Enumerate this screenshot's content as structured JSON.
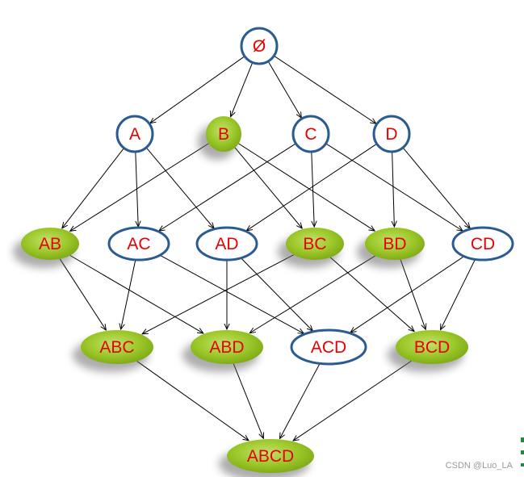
{
  "diagram": {
    "colors": {
      "label": "#e60000",
      "ring": "#2a5b92",
      "fill_open": "#ffffff",
      "fill_frequent": "#92c01f",
      "fill_frequent_light": "#c4e06a",
      "edge": "#000000"
    },
    "nodes": [
      {
        "id": "empty",
        "label": "Ø",
        "frequent": false
      },
      {
        "id": "A",
        "label": "A",
        "frequent": false
      },
      {
        "id": "B",
        "label": "B",
        "frequent": true
      },
      {
        "id": "C",
        "label": "C",
        "frequent": false
      },
      {
        "id": "D",
        "label": "D",
        "frequent": false
      },
      {
        "id": "AB",
        "label": "AB",
        "frequent": true
      },
      {
        "id": "AC",
        "label": "AC",
        "frequent": false
      },
      {
        "id": "AD",
        "label": "AD",
        "frequent": false
      },
      {
        "id": "BC",
        "label": "BC",
        "frequent": true
      },
      {
        "id": "BD",
        "label": "BD",
        "frequent": true
      },
      {
        "id": "CD",
        "label": "CD",
        "frequent": false
      },
      {
        "id": "ABC",
        "label": "ABC",
        "frequent": true
      },
      {
        "id": "ABD",
        "label": "ABD",
        "frequent": true
      },
      {
        "id": "ACD",
        "label": "ACD",
        "frequent": false
      },
      {
        "id": "BCD",
        "label": "BCD",
        "frequent": true
      },
      {
        "id": "ABCD",
        "label": "ABCD",
        "frequent": true
      }
    ],
    "edges": [
      [
        "empty",
        "A"
      ],
      [
        "empty",
        "B"
      ],
      [
        "empty",
        "C"
      ],
      [
        "empty",
        "D"
      ],
      [
        "A",
        "AB"
      ],
      [
        "A",
        "AC"
      ],
      [
        "A",
        "AD"
      ],
      [
        "B",
        "AB"
      ],
      [
        "B",
        "BC"
      ],
      [
        "B",
        "BD"
      ],
      [
        "C",
        "AC"
      ],
      [
        "C",
        "BC"
      ],
      [
        "C",
        "CD"
      ],
      [
        "D",
        "AD"
      ],
      [
        "D",
        "BD"
      ],
      [
        "D",
        "CD"
      ],
      [
        "AB",
        "ABC"
      ],
      [
        "AB",
        "ABD"
      ],
      [
        "AC",
        "ABC"
      ],
      [
        "AC",
        "ACD"
      ],
      [
        "AD",
        "ABD"
      ],
      [
        "AD",
        "ACD"
      ],
      [
        "BC",
        "ABC"
      ],
      [
        "BC",
        "BCD"
      ],
      [
        "BD",
        "ABD"
      ],
      [
        "BD",
        "BCD"
      ],
      [
        "CD",
        "ACD"
      ],
      [
        "CD",
        "BCD"
      ],
      [
        "ABC",
        "ABCD"
      ],
      [
        "ABD",
        "ABCD"
      ],
      [
        "ACD",
        "ABCD"
      ],
      [
        "BCD",
        "ABCD"
      ]
    ]
  },
  "watermark": "CSDN @Luo_LA"
}
